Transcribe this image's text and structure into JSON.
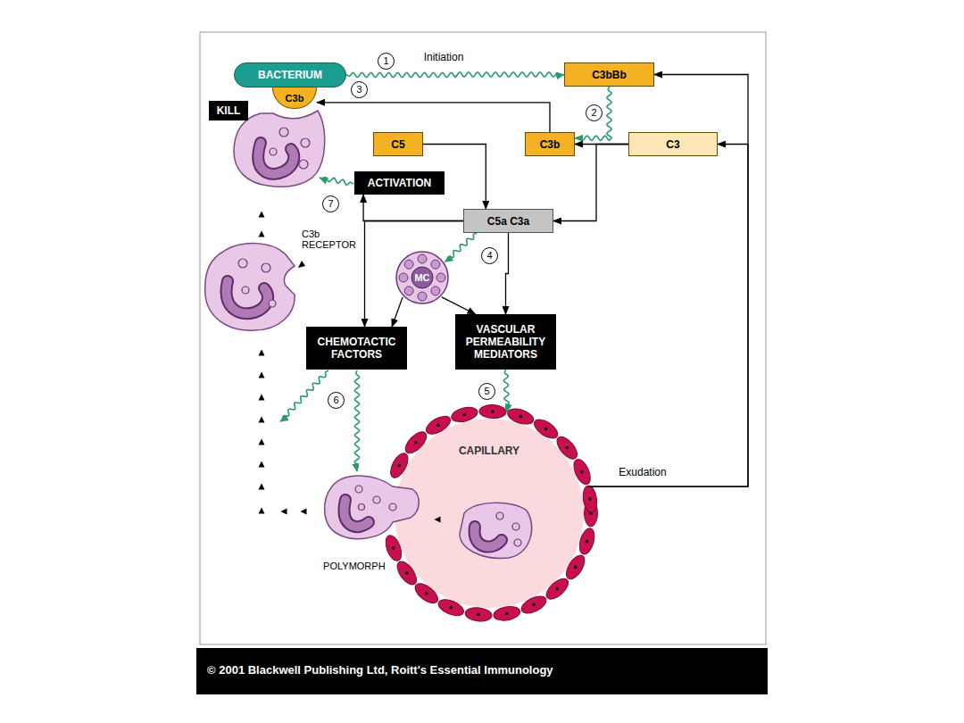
{
  "diagram": {
    "caption": "© 2001 Blackwell Publishing Ltd, Roitt's Essential Immunology",
    "nodes": [
      {
        "text": [
          "BACTERIUM"
        ]
      },
      {
        "text": [
          "C3b"
        ]
      },
      {
        "text": [
          "C3bBb"
        ]
      },
      {
        "text": [
          "KILL"
        ]
      },
      {
        "text": [
          "C5"
        ]
      },
      {
        "text": [
          "C3b"
        ]
      },
      {
        "text": [
          "C3"
        ]
      },
      {
        "text": [
          "ACTIVATION"
        ]
      },
      {
        "text": [
          "C5a C3a"
        ]
      },
      {
        "text": [
          "MC"
        ]
      },
      {
        "text": [
          "CHEMOTACTIC FACTORS"
        ]
      },
      {
        "text": [
          "VASCULAR PERMEABILITY MEDIATORS"
        ]
      },
      {
        "text": [
          "CAPILLARY"
        ]
      }
    ],
    "edges": [
      {
        "from": 0,
        "to": 2,
        "label": "Initiation",
        "arrow": "to"
      },
      {
        "from": 2,
        "to": 5,
        "arrow": "to"
      },
      {
        "from": 6,
        "to": 5,
        "arrow": "to"
      },
      {
        "from": 6,
        "to": 8,
        "arrow": "to"
      },
      {
        "from": 5,
        "to": 1,
        "arrow": "to"
      },
      {
        "from": 4,
        "to": 8,
        "arrow": "to"
      },
      {
        "from": 8,
        "to": 7,
        "arrow": "to"
      },
      {
        "from": 8,
        "to": 10,
        "arrow": "to"
      },
      {
        "from": 8,
        "to": 9,
        "arrow": "to"
      },
      {
        "from": 8,
        "to": 11,
        "arrow": "to"
      },
      {
        "from": 9,
        "to": 10,
        "arrow": "to"
      },
      {
        "from": 9,
        "to": 11,
        "arrow": "to"
      },
      {
        "from": 11,
        "to": 12,
        "arrow": "to"
      },
      {
        "from": 12,
        "to": 6,
        "label": "Exudation",
        "arrow": "to"
      },
      {
        "from": 12,
        "to": 2,
        "arrow": "to"
      }
    ],
    "labels": [
      "1",
      "2",
      "3",
      "4",
      "5",
      "6",
      "7",
      "C3b RECEPTOR",
      "POLYMORPH"
    ]
  }
}
